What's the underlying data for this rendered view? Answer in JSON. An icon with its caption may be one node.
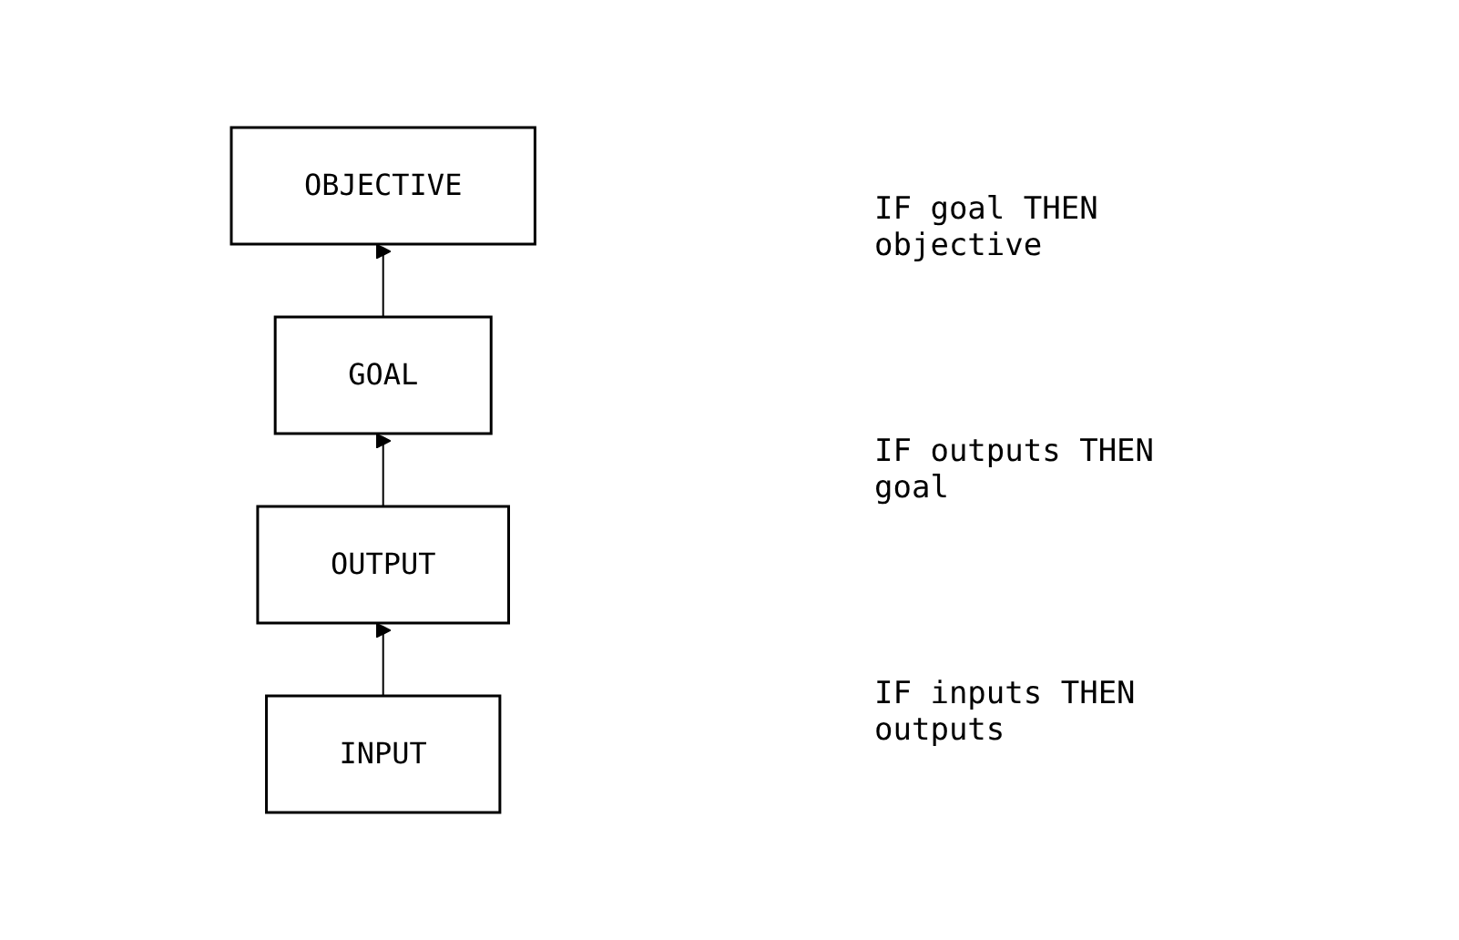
{
  "diagram": {
    "nodes": [
      {
        "text": [
          "OBJECTIVE"
        ]
      },
      {
        "text": [
          "GOAL"
        ]
      },
      {
        "text": [
          "OUTPUT"
        ]
      },
      {
        "text": [
          "INPUT"
        ]
      }
    ],
    "edges": [
      {
        "from": 1,
        "to": 0,
        "arrow": "to"
      },
      {
        "from": 2,
        "to": 1,
        "arrow": "to"
      },
      {
        "from": 3,
        "to": 2,
        "arrow": "to"
      }
    ],
    "labels": [
      "IF goal THEN objective",
      "IF outputs THEN goal",
      "IF inputs THEN outputs"
    ]
  }
}
